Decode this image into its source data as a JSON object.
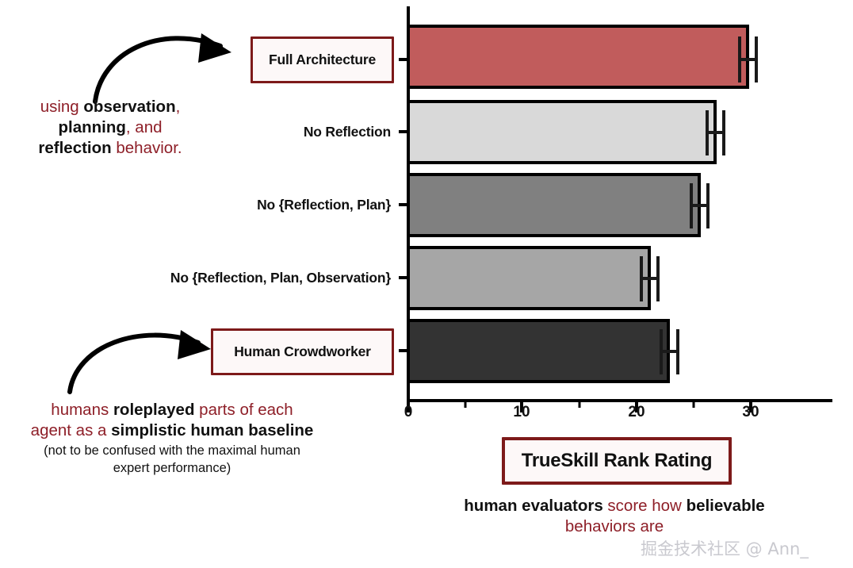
{
  "chart_data": {
    "type": "bar",
    "orientation": "horizontal",
    "title": "",
    "xlabel": "TrueSkill Rank Rating",
    "ylabel": "",
    "xlim": [
      0,
      33.5
    ],
    "xticks_major": [
      0,
      10,
      20,
      30
    ],
    "xtick_labels": [
      "0",
      "10",
      "20",
      "30"
    ],
    "xticks_minor": [
      5,
      15,
      25
    ],
    "grid": false,
    "legend": null,
    "categories": [
      "Full Architecture",
      "No Reflection",
      "No {Reflection, Plan}",
      "No {Reflection, Plan, Observation}",
      "Human Crowdworker"
    ],
    "values": [
      29.7,
      26.9,
      25.5,
      21.1,
      22.8
    ],
    "errors": [
      0.8,
      0.7,
      0.7,
      0.75,
      0.7
    ],
    "error_low": [
      28.9,
      26.2,
      24.8,
      20.35,
      22.1
    ],
    "error_high": [
      30.5,
      27.6,
      26.2,
      21.85,
      23.5
    ],
    "bar_colors": [
      "#c15c5c",
      "#d9d9d9",
      "#808080",
      "#a6a6a6",
      "#333333"
    ],
    "bar_edge_color": "#000000"
  },
  "axis": {
    "title": "TrueSkill Rank Rating",
    "tick_labels": [
      "0",
      "10",
      "20",
      "30"
    ]
  },
  "categories": [
    {
      "label": "Full Architecture",
      "boxed": true,
      "value": 29.7
    },
    {
      "label": "No Reflection",
      "boxed": false,
      "value": 26.9
    },
    {
      "label": "No {Reflection, Plan}",
      "boxed": false,
      "value": 25.5
    },
    {
      "label": "No {Reflection, Plan, Observation}",
      "boxed": false,
      "value": 21.1
    },
    {
      "label": "Human Crowdworker",
      "boxed": true,
      "value": 22.8
    }
  ],
  "annotations": {
    "top_left": {
      "line1_a": "using ",
      "line1_b": "observation",
      "line1_c": ",",
      "line2_a": "planning",
      "line2_b": ", ",
      "line2_c": "and",
      "line3_a": "reflection",
      "line3_b": " behavior."
    },
    "bottom_left": {
      "line1_a": "humans ",
      "line1_b": "roleplayed",
      "line1_c": " parts of each",
      "line2_a": "agent as a ",
      "line2_b": "simplistic human baseline",
      "sub_line1": "(not to be confused with the maximal human",
      "sub_line2": "expert performance)"
    },
    "bottom_right": {
      "line1_a": "human evaluators",
      "line1_b": " score how ",
      "line1_c": "believable",
      "line2": "behaviors are"
    }
  },
  "watermark": "掘金技术社区 @ Ann_",
  "colors": {
    "accent_red": "#8e1f28",
    "box_border": "#7d1a1a",
    "bar_red": "#c15c5c",
    "axis": "#000000"
  }
}
